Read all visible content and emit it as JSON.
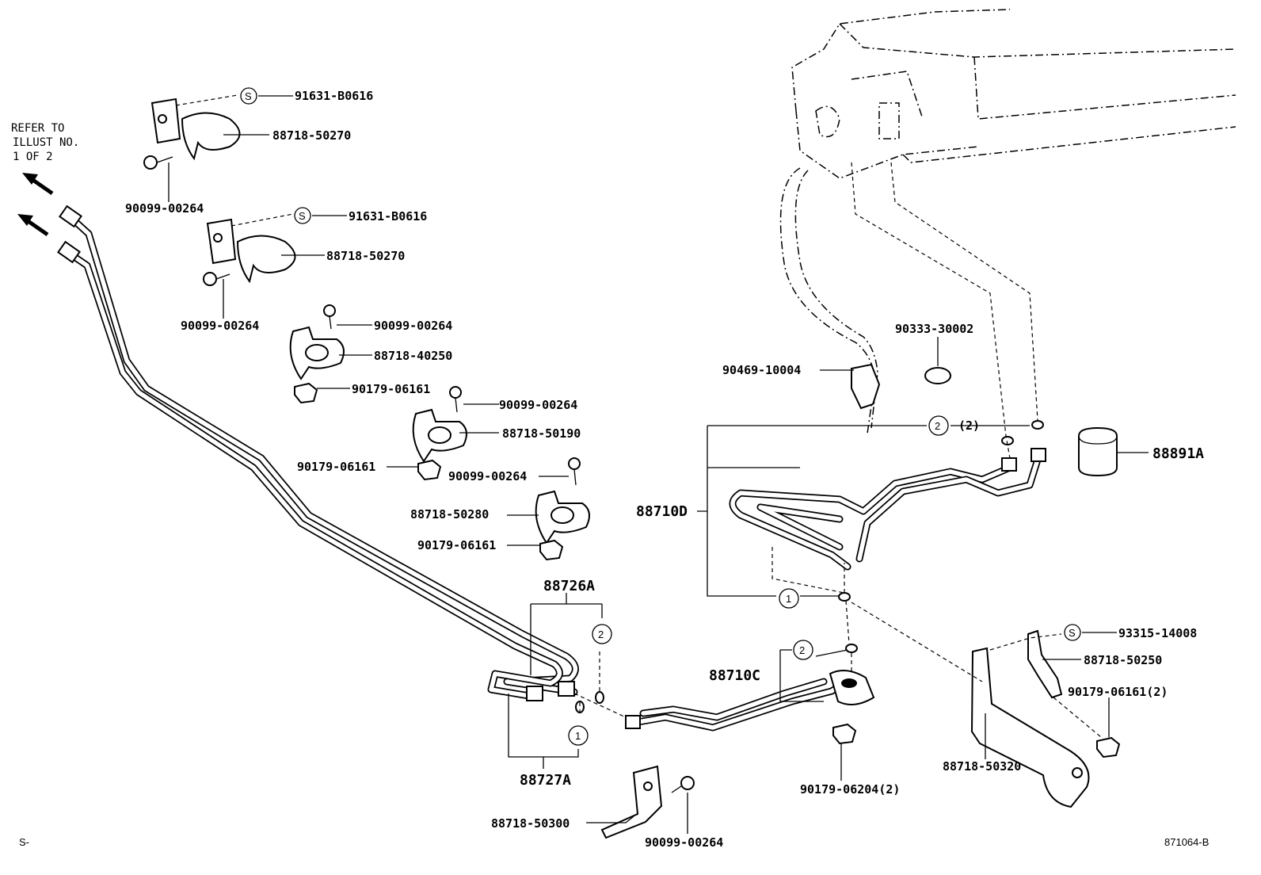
{
  "refer_note": [
    "REFER TO",
    "ILLUST NO.",
    "1 OF 2"
  ],
  "labels": {
    "l91631_a": "91631-B0616",
    "l88718_50270_a": "88718-50270",
    "l90099_a": "90099-00264",
    "l91631_b": "91631-B0616",
    "l88718_50270_b": "88718-50270",
    "l90099_b": "90099-00264",
    "l90099_c": "90099-00264",
    "l88718_40250": "88718-40250",
    "l90179_a": "90179-06161",
    "l90099_d": "90099-00264",
    "l88718_50190": "88718-50190",
    "l90179_b": "90179-06161",
    "l90099_e": "90099-00264",
    "l88718_50280": "88718-50280",
    "l90179_c": "90179-06161",
    "l88726A": "88726A",
    "l88727A": "88727A",
    "l88718_50300": "88718-50300",
    "l90099_f": "90099-00264",
    "l88710C": "88710C",
    "l90179_06204": "90179-06204(2)",
    "l88710D": "88710D",
    "l90469": "90469-10004",
    "l90333": "90333-30002",
    "l88891A": "88891A",
    "l2_2": "(2)",
    "l93315": "93315-14008",
    "l88718_50250": "88718-50250",
    "l90179_06161_2": "90179-06161(2)",
    "l88718_50320": "88718-50320"
  },
  "symbols": {
    "s": "S",
    "one": "1",
    "two": "2"
  },
  "footer": {
    "left": "S-",
    "right": "871064-B"
  }
}
